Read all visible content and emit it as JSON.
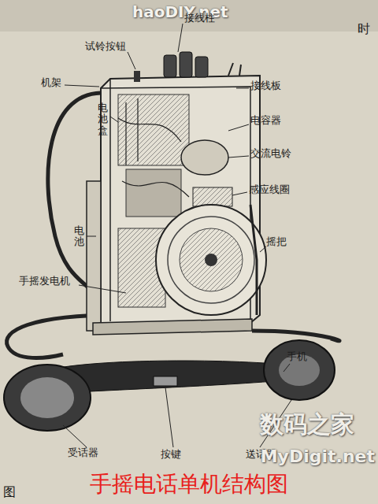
{
  "diagram": {
    "caption": "手摇电话单机结构图",
    "labels": [
      "haoDIY.net",
      "接线柱",
      "试铃按钮",
      "机架",
      "接线板",
      "电池盒",
      "电容器",
      "交流电铃",
      "感应线圈",
      "电池",
      "摇把",
      "手摇发电机",
      "手机",
      "受话器",
      "按键",
      "送话器",
      "时",
      "图",
      "数码之家",
      "MyDigit.net"
    ]
  }
}
